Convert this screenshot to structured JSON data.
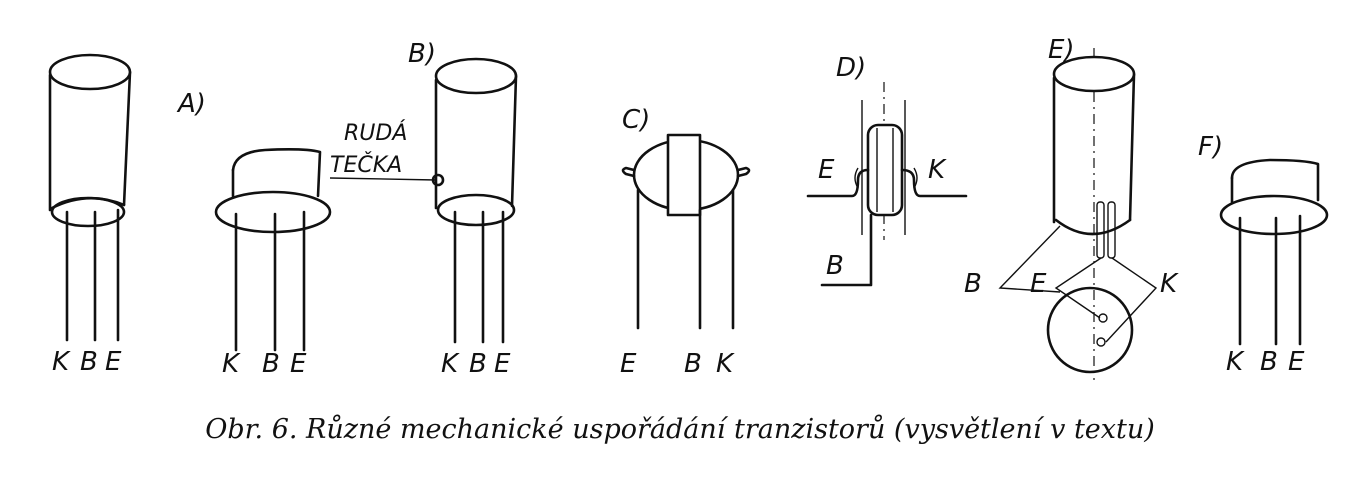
{
  "figure": {
    "variants": {
      "A": {
        "label": "A)",
        "leads": [
          "K",
          "B",
          "E"
        ]
      },
      "B": {
        "label": "B)",
        "marker_line1": "RUDÁ",
        "marker_line2": "TEČKA",
        "leads": [
          "K",
          "B",
          "E"
        ]
      },
      "C": {
        "label": "C)",
        "leads": [
          "E",
          "B",
          "K"
        ]
      },
      "D": {
        "label": "D)",
        "left": "E",
        "right": "K",
        "bottom": "B"
      },
      "E": {
        "label": "E)",
        "pins": [
          "B",
          "E",
          "K"
        ]
      },
      "F": {
        "label": "F)",
        "leads": [
          "K",
          "B",
          "E"
        ]
      }
    },
    "unlabeled_leads": [
      "K",
      "B",
      "E"
    ]
  },
  "caption": "Obr. 6. Různé mechanické uspořádání tranzistorů (vysvětlení v textu)"
}
